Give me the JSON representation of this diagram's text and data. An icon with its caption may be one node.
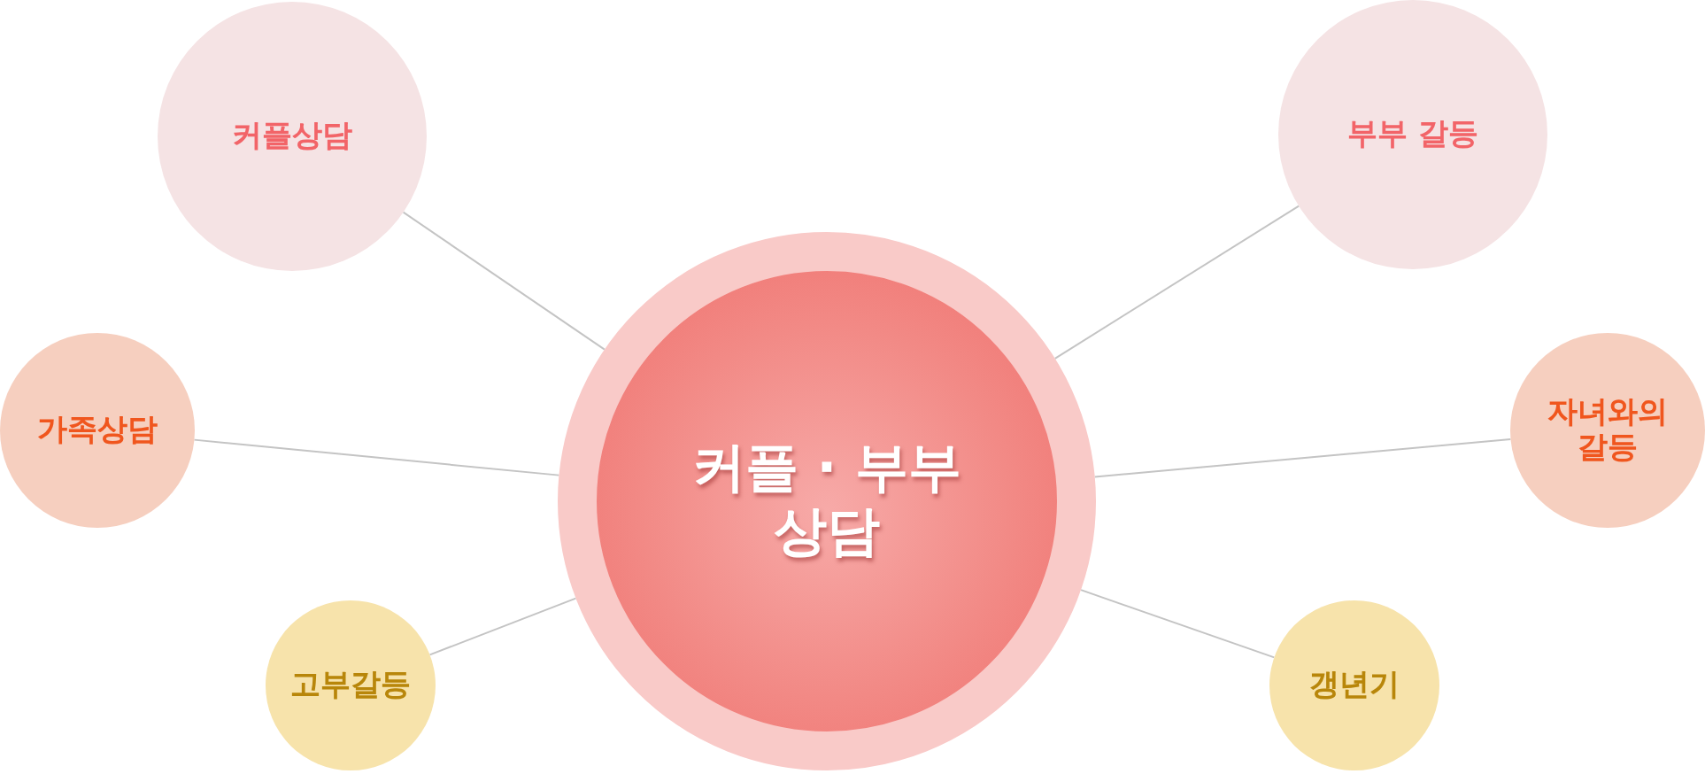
{
  "diagram": {
    "nodes": [
      {
        "text": [
          "커플 · 부부 상담"
        ]
      },
      {
        "text": [
          "커플상담"
        ]
      },
      {
        "text": [
          "부부 갈등"
        ]
      },
      {
        "text": [
          "가족상담"
        ]
      },
      {
        "text": [
          "자녀와의 갈등"
        ]
      },
      {
        "text": [
          "고부갈등"
        ]
      },
      {
        "text": [
          "갱년기"
        ]
      }
    ],
    "edges": [
      {
        "from": 0,
        "to": 1,
        "arrow": "none"
      },
      {
        "from": 0,
        "to": 2,
        "arrow": "none"
      },
      {
        "from": 0,
        "to": 3,
        "arrow": "none"
      },
      {
        "from": 0,
        "to": 4,
        "arrow": "none"
      },
      {
        "from": 0,
        "to": 5,
        "arrow": "none"
      },
      {
        "from": 0,
        "to": 6,
        "arrow": "none"
      }
    ]
  }
}
